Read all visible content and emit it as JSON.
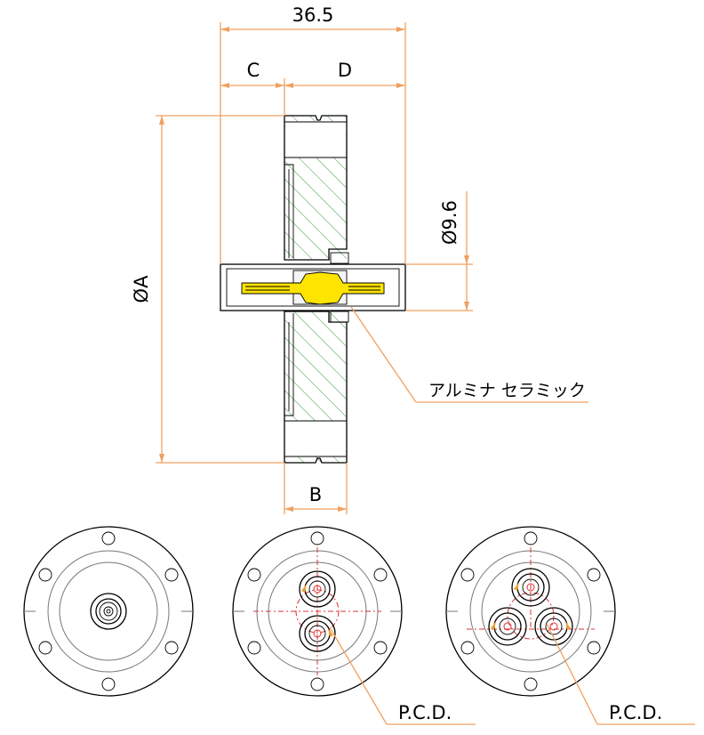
{
  "dimensions": {
    "overall_length": "36.5",
    "segment_c": "C",
    "segment_d": "D",
    "flange_diameter": "ØA",
    "tube_diameter": "Ø9.6",
    "flange_thickness": "B"
  },
  "callouts": {
    "ceramic": "アルミナ セラミック",
    "pcd_center": "P.C.D.",
    "pcd_right": "P.C.D."
  },
  "colors": {
    "dimension_line": "#f0a060",
    "hatch": "#3a9a3a",
    "conductor": "#ffe400",
    "center_line": "#e03030"
  },
  "views": [
    "side-section",
    "front-1-pin",
    "front-2-pin",
    "front-3-pin"
  ]
}
